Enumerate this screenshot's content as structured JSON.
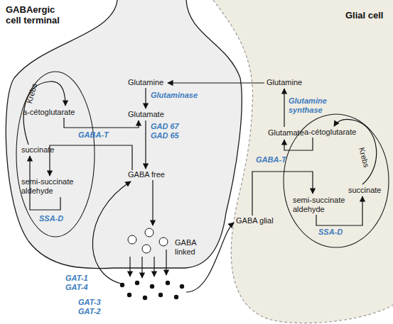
{
  "diagram": {
    "nodes": [
      {
        "text": [
          "GABAergic cell terminal",
          "Glutamine",
          "Glutaminase",
          "Glutamate",
          "GAD 67 GAD 65",
          "GABA-T",
          "GABA free",
          "GABA linked"
        ]
      },
      {
        "text": [
          "Glial cell",
          "Glutamine",
          "Glutamine synthase",
          "Glutamate",
          "GABA-T",
          "GABA glial"
        ]
      },
      {
        "text": [
          "Krebs",
          "a-cétoglutarate",
          "succinate",
          "semi-succinate aldehyde",
          "SSA-D"
        ],
        "in": 0
      },
      {
        "text": [
          "a-cétoglutarate",
          "Krebs",
          "semi-succinate aldehyde",
          "succinate",
          "SSA-D"
        ],
        "in": 1
      }
    ],
    "labels": [
      "GAT-1 GAT-4",
      "GAT-3 GAT-2"
    ]
  }
}
